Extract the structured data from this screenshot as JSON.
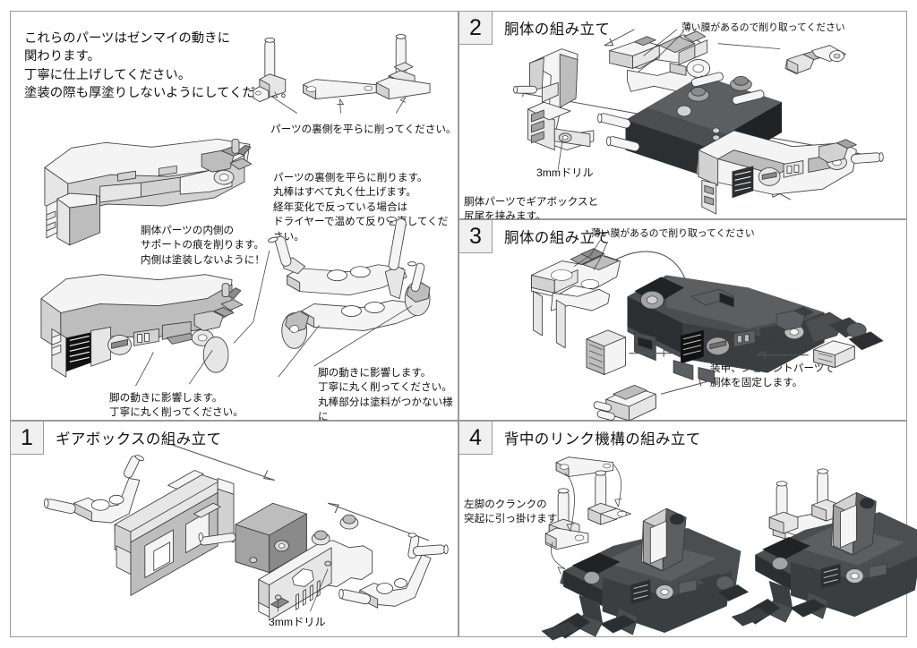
{
  "document": {
    "kind": "assembly-instruction-sheet",
    "language": "ja",
    "page_background": "#ffffff",
    "frame_color": "#9a9a9a"
  },
  "panels": {
    "parts": {
      "name": "parts-preparation-panel",
      "intro_note": "これらのパーツはゼンマイの動きに\n関わります。\n丁寧に仕上げしてください。\n塗装の際も厚塗りしないようにしてください。",
      "callout_flatten_back": "パーツの裏側を平らに削ってください。",
      "callout_shave_detail": "パーツの裏側を平らに削ります。\n丸棒はすべて丸く仕上げます。\n経年変化で反っている場合は\nドライヤーで温めて反りを直してください。",
      "callout_body_inner": "胴体パーツの内側の\nサポートの痕を削ります。\n内側は塗装しないように！",
      "callout_leg_left": "脚の動きに影響します。\n丁寧に丸く削ってください。",
      "callout_leg_right": "脚の動きに影響します。\n丁寧に丸く削ってください。\n丸棒部分は塗料がつかない様に\nマスキングしてください。"
    },
    "step1": {
      "number": "1",
      "title": "ギアボックスの組み立て",
      "drill_label": "3mmドリル"
    },
    "step2": {
      "number": "2",
      "title": "胴体の組み立て",
      "callout_thin_film": "薄い膜があるので削り取ってください",
      "drill_label": "3mmドリル",
      "note_bottom": "胴体パーツでギアボックスと\n尻尾を挟みます。"
    },
    "step3": {
      "number": "3",
      "title": "胴体の組み立て",
      "callout_thin_film": "薄い膜があるので削り取ってください",
      "note_bottom": "装甲、ジョイントパーツで\n胴体を固定します。"
    },
    "step4": {
      "number": "4",
      "title": "背中のリンク機構の組み立て",
      "note_left": "左脚のクランクの\n突起に引っ掛けます"
    }
  }
}
